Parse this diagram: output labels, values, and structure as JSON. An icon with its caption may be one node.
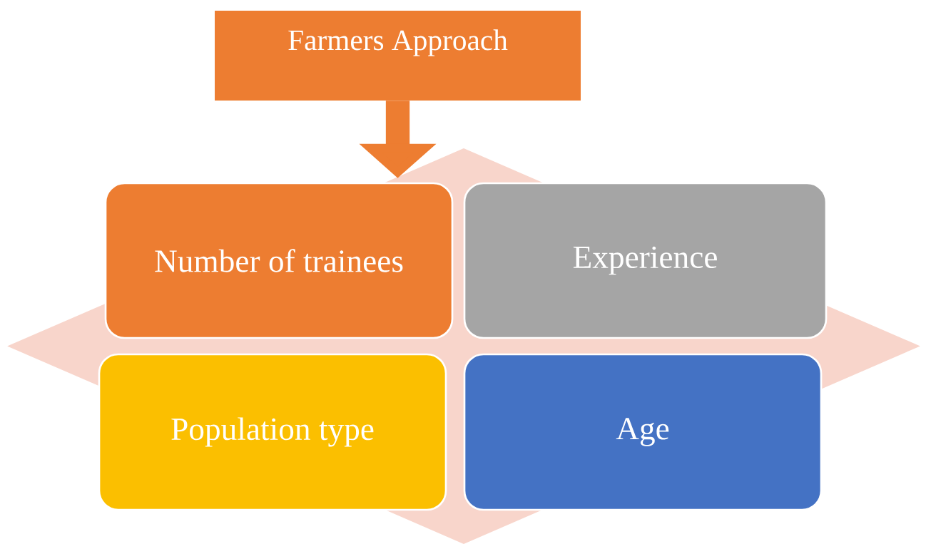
{
  "diagram": {
    "nodes": [
      {
        "text": [
          "Farmers Approach"
        ]
      },
      {
        "text": [],
        "shape": "diamond"
      },
      {
        "text": [
          "Number of trainees"
        ],
        "in": 1
      },
      {
        "text": [
          "Experience"
        ],
        "in": 1
      },
      {
        "text": [
          "Population type"
        ],
        "in": 1
      },
      {
        "text": [
          "Age"
        ],
        "in": 1
      }
    ],
    "edges": [
      {
        "from": 0,
        "to": 1,
        "arrow": "to"
      }
    ]
  }
}
